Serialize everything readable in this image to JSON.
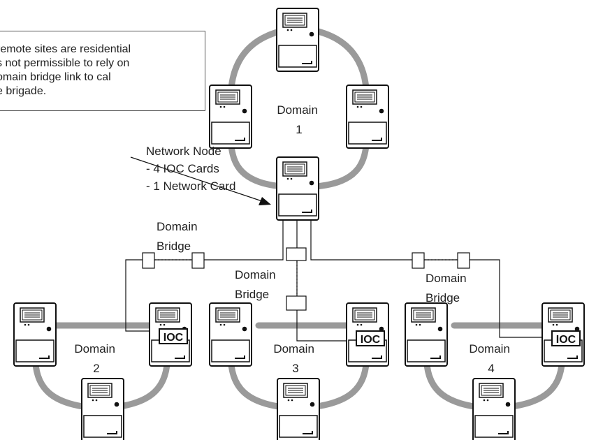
{
  "note": {
    "lines": [
      "remote sites are residential",
      "s not permissible to rely on",
      "omain bridge link to cal",
      "e brigade."
    ]
  },
  "network_node_label": {
    "lines": [
      "Network Node",
      "- 4 IOC Cards",
      "- 1 Network Card"
    ]
  },
  "domains": [
    {
      "word": "Domain",
      "number": "1"
    },
    {
      "word": "Domain",
      "number": "2"
    },
    {
      "word": "Domain",
      "number": "3"
    },
    {
      "word": "Domain",
      "number": "4"
    }
  ],
  "bridges": [
    {
      "line1": "Domain",
      "line2": "Bridge"
    },
    {
      "line1": "Domain",
      "line2": "Bridge"
    },
    {
      "line1": "Domain",
      "line2": "Bridge"
    }
  ],
  "ioc_label": "IOC",
  "colors": {
    "ring": "#9a9a9a",
    "outline": "#111111",
    "background": "#ffffff"
  }
}
